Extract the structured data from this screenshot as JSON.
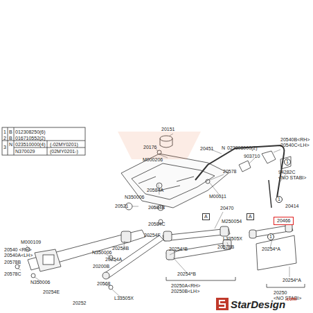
{
  "diagram": {
    "nodes": [
      {
        "text": [
          "20466"
        ]
      },
      {
        "text": [
          "A"
        ]
      },
      {
        "text": [
          "A"
        ]
      },
      {
        "text": [
          "1"
        ]
      },
      {
        "text": [
          "1"
        ]
      },
      {
        "text": [
          "1"
        ]
      }
    ],
    "labels": [
      "1",
      "B",
      "012308250(6)",
      "2",
      "B",
      "016710552(2)",
      "3",
      "N",
      "023510000(4)",
      "(-02MY0201)",
      "N370029",
      "(02MY0201-)",
      "20151",
      "20176",
      "M000206",
      "20451",
      "N",
      "023808000(2)",
      "903710",
      "20540B<RH>",
      "20540C<LH>",
      "94282C",
      "<NO STABI>",
      "20578",
      "20584A",
      "N350006",
      "20584B",
      "M00011",
      "20414",
      "20521",
      "20470",
      "20584C",
      "M250054",
      "20254F",
      "M000109",
      "20540 <RH>",
      "20540A<LH>",
      "20578B",
      "20254B",
      "N350006",
      "20578B",
      "L33505X",
      "20254*B",
      "20254*A",
      "20254A",
      "20200B",
      "20254*B",
      "20254*A",
      "N350006",
      "20254E",
      "20250A<RH>",
      "20250B<LH>",
      "20568",
      "L33505X",
      "20578C",
      "20252",
      "20250",
      "<NO STABI>",
      "StarDesign",
      ".com"
    ]
  }
}
